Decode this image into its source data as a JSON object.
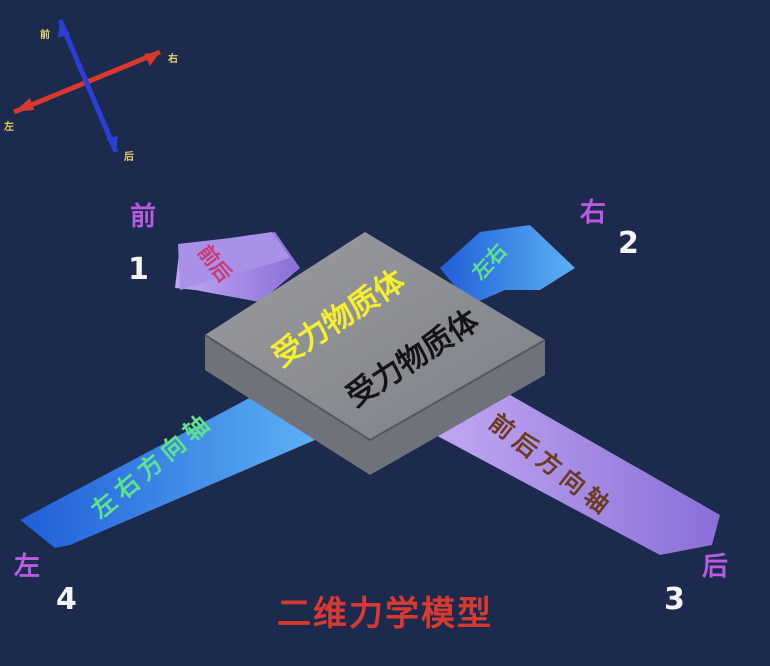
{
  "inset": {
    "front": "前",
    "right": "右",
    "left": "左",
    "back": "后"
  },
  "directions": {
    "front": "前",
    "right": "右",
    "back": "后",
    "left": "左"
  },
  "numbers": {
    "front": "1",
    "right": "2",
    "back": "3",
    "left": "4"
  },
  "arrows": {
    "front_short": "前后",
    "right_short": "左右",
    "left_long": "左右方向轴",
    "back_long": "前后方向轴"
  },
  "block": {
    "top_label": "受力物质体",
    "front_label": "受力物质体"
  },
  "caption": "二维力学模型",
  "colors": {
    "background": "#1b2a4d",
    "purple_arrow": "#a58ae6",
    "blue_arrow": "#2e7ae8",
    "block_top": "#8f9196",
    "block_side": "#6f7278",
    "caption": "#d83a32",
    "direction_label": "#b85be0",
    "inset_red": "#d8392b",
    "inset_blue": "#2a3fd6"
  }
}
